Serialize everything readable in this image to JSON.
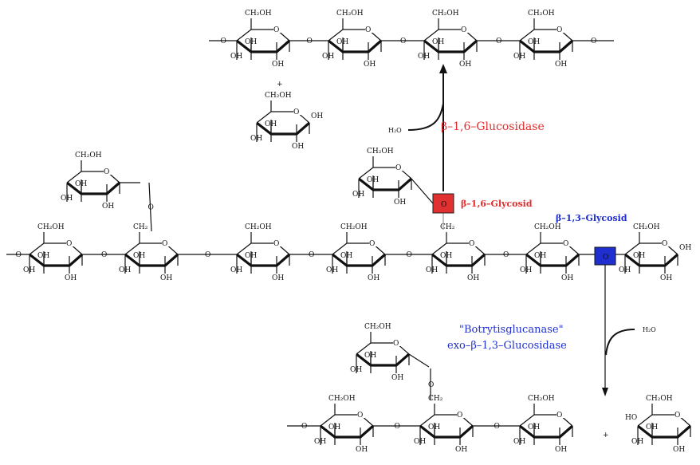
{
  "colors": {
    "red": "#e03030",
    "blue": "#1f2fcf",
    "link": "#999999",
    "ink": "#111111"
  },
  "labels": {
    "enzyme_top": "β–1,6–Glucosidase",
    "bond_16": "β–1,6–Glycosid",
    "bond_13": "β–1,3–Glycosid",
    "enzyme_bottom_name": "\"Botrytisglucanase\"",
    "enzyme_bottom_type": "exo–β–1,3–Glucosidase",
    "water_top": "H₂O",
    "water_bottom": "H₂O",
    "plus": "+"
  },
  "chem": {
    "ch2oh": "CH₂OH",
    "ch2": "CH₂",
    "oh": "OH",
    "ho": "HO",
    "o": "O"
  }
}
